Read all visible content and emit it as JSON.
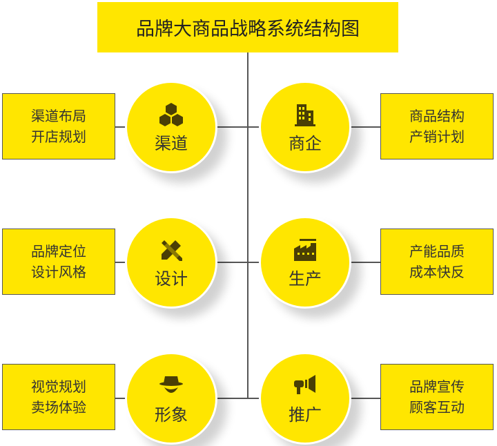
{
  "title": "品牌大商品战略系统结构图",
  "colors": {
    "accent": "#ffe600",
    "line": "#555555",
    "icon": "#4a3f05"
  },
  "rows": [
    {
      "left": {
        "label": "渠道",
        "icon": "hexagons-icon",
        "lines": [
          "渠道布局",
          "开店规划"
        ]
      },
      "right": {
        "label": "商企",
        "icon": "building-icon",
        "lines": [
          "商品结构",
          "产销计划"
        ]
      }
    },
    {
      "left": {
        "label": "设计",
        "icon": "pencil-ruler-icon",
        "lines": [
          "品牌定位",
          "设计风格"
        ]
      },
      "right": {
        "label": "生产",
        "icon": "factory-icon",
        "lines": [
          "产能品质",
          "成本快反"
        ]
      }
    },
    {
      "left": {
        "label": "形象",
        "icon": "hat-person-icon",
        "lines": [
          "视觉规划",
          "卖场体验"
        ]
      },
      "right": {
        "label": "推广",
        "icon": "megaphone-icon",
        "lines": [
          "品牌宣传",
          "顾客互动"
        ]
      }
    }
  ]
}
